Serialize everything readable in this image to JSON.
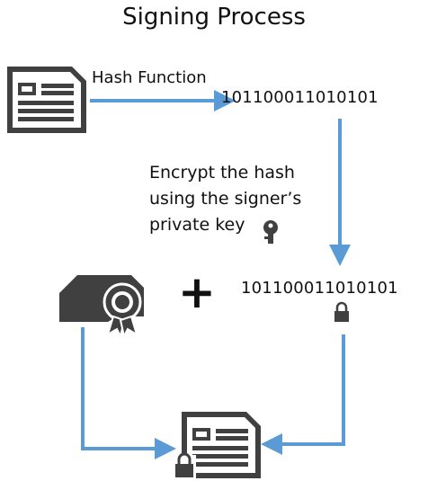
{
  "title": "Signing Process",
  "hash_function_label": "Hash Function",
  "hash_value": "101100011010101",
  "encrypt_lines": [
    "Encrypt the hash",
    "using the signer’s",
    "private key"
  ],
  "encrypted_hash_value": "101100011010101",
  "plus_symbol": "+",
  "colors": {
    "arrow": "#5b9bd5",
    "icon_dark": "#404040",
    "icon_bg": "#ffffff"
  },
  "icons": [
    "document-icon",
    "key-icon",
    "certificate-icon",
    "lock-icon",
    "signed-document-icon"
  ]
}
